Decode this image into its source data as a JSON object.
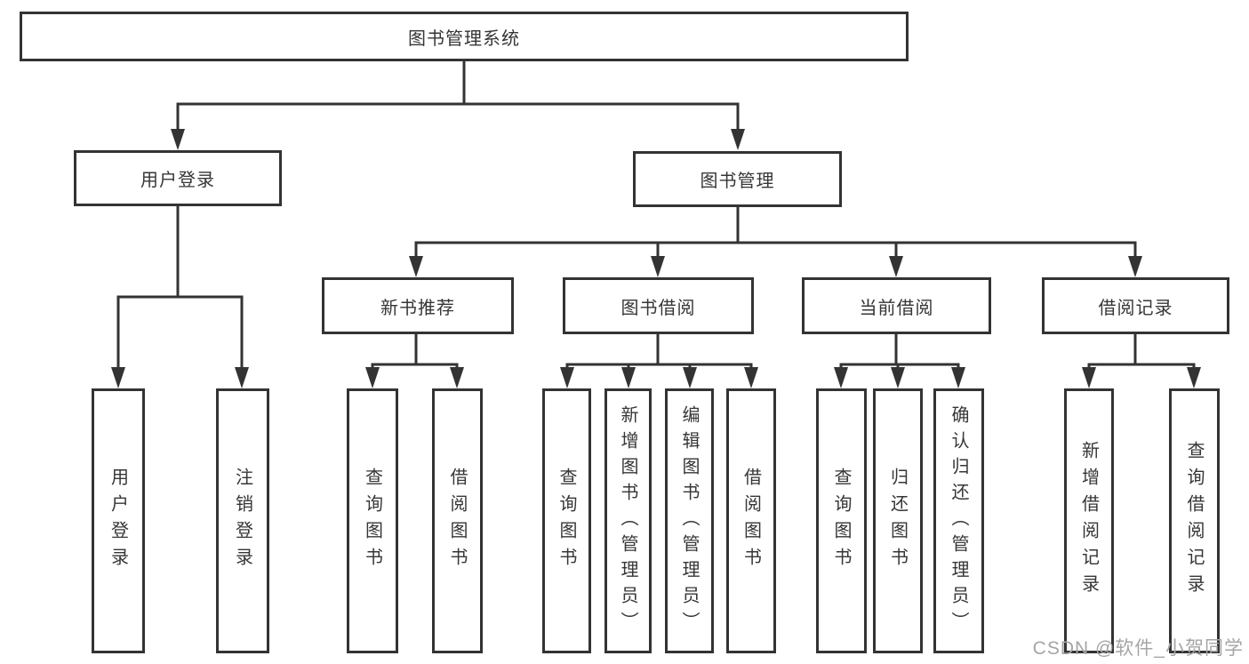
{
  "diagram": {
    "root": {
      "label": "图书管理系统"
    },
    "level2": [
      {
        "label": "用户登录",
        "parent": "图书管理系统"
      },
      {
        "label": "图书管理",
        "parent": "图书管理系统"
      }
    ],
    "level3": [
      {
        "label": "新书推荐",
        "parent": "图书管理"
      },
      {
        "label": "图书借阅",
        "parent": "图书管理"
      },
      {
        "label": "当前借阅",
        "parent": "图书管理"
      },
      {
        "label": "借阅记录",
        "parent": "图书管理"
      }
    ],
    "leaves": [
      {
        "label": "用户登录",
        "parent": "用户登录"
      },
      {
        "label": "注销登录",
        "parent": "用户登录"
      },
      {
        "label": "查询图书",
        "parent": "新书推荐"
      },
      {
        "label": "借阅图书",
        "parent": "新书推荐"
      },
      {
        "label": "查询图书",
        "parent": "图书借阅"
      },
      {
        "label": "新增图书（管理员）",
        "parent": "图书借阅"
      },
      {
        "label": "编辑图书（管理员）",
        "parent": "图书借阅"
      },
      {
        "label": "借阅图书",
        "parent": "图书借阅"
      },
      {
        "label": "查询图书",
        "parent": "当前借阅"
      },
      {
        "label": "归还图书",
        "parent": "当前借阅"
      },
      {
        "label": "确认归还（管理员）",
        "parent": "当前借阅"
      },
      {
        "label": "新增借阅记录",
        "parent": "借阅记录"
      },
      {
        "label": "查询借阅记录",
        "parent": "借阅记录"
      }
    ]
  },
  "watermark": "CSDN @软件_小贺同学",
  "colors": {
    "line": "#333333",
    "box_border": "#333333",
    "text": "#363636",
    "watermark": "#a5a5a5",
    "background": "#ffffff"
  }
}
